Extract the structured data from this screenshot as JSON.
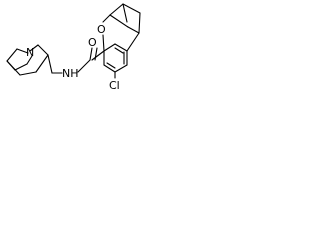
{
  "atoms": {
    "n_bridgehead": "N",
    "nh": "NH",
    "o_ring": "O",
    "o_carbonyl": "O",
    "cl": "Cl"
  },
  "colors": {
    "bond": "#000000",
    "label": "#000000",
    "background": "#ffffff"
  }
}
